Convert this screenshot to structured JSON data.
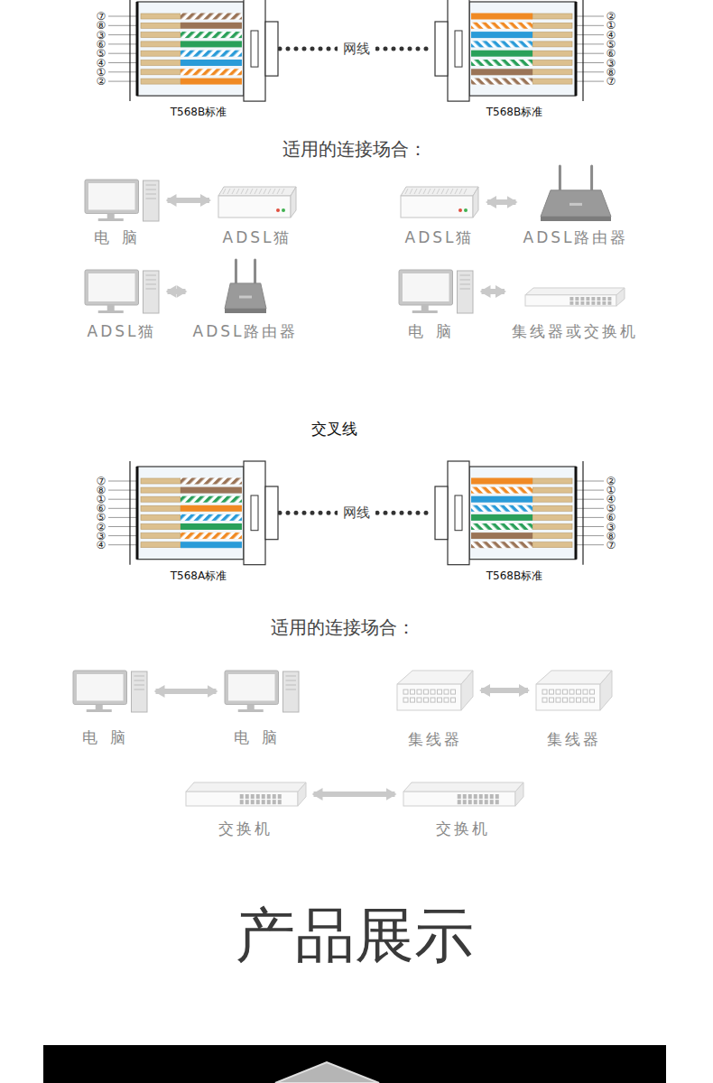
{
  "diagram": {
    "nodes": [
      {
        "text": [
          "T568B标准"
        ]
      },
      {
        "text": [
          "T568B标准"
        ]
      },
      {
        "text": [
          "电脑"
        ]
      },
      {
        "text": [
          "ADSL猫"
        ]
      },
      {
        "text": [
          "ADSL猫"
        ]
      },
      {
        "text": [
          "ADSL路由器"
        ]
      },
      {
        "text": [
          "ADSL猫"
        ]
      },
      {
        "text": [
          "ADSL路由器"
        ]
      },
      {
        "text": [
          "电脑"
        ]
      },
      {
        "text": [
          "集线器或交换机"
        ]
      },
      {
        "text": [
          "T568A标准"
        ]
      },
      {
        "text": [
          "T568B标准"
        ]
      },
      {
        "text": [
          "电脑"
        ]
      },
      {
        "text": [
          "电脑"
        ]
      },
      {
        "text": [
          "集线器"
        ]
      },
      {
        "text": [
          "集线器"
        ]
      },
      {
        "text": [
          "交换机"
        ]
      },
      {
        "text": [
          "交换机"
        ]
      }
    ],
    "edges": [
      {
        "from": 0,
        "to": 1,
        "label": "网线",
        "arrow": "none"
      },
      {
        "from": 2,
        "to": 3,
        "arrow": "both"
      },
      {
        "from": 4,
        "to": 5,
        "arrow": "both"
      },
      {
        "from": 6,
        "to": 7,
        "arrow": "both"
      },
      {
        "from": 8,
        "to": 9,
        "arrow": "both"
      },
      {
        "from": 10,
        "to": 11,
        "label": "网线",
        "arrow": "none"
      },
      {
        "from": 12,
        "to": 13,
        "arrow": "both"
      },
      {
        "from": 14,
        "to": 15,
        "arrow": "both"
      },
      {
        "from": 16,
        "to": 17,
        "arrow": "both"
      }
    ],
    "labels": [
      "⑦",
      "⑧",
      "③",
      "⑥",
      "⑤",
      "④",
      "①",
      "②",
      "②",
      "①",
      "④",
      "⑤",
      "⑥",
      "③",
      "⑧",
      "⑦",
      "适用的连接场合：",
      "交叉线",
      "⑦",
      "⑧",
      "①",
      "⑥",
      "⑤",
      "②",
      "③",
      "④",
      "②",
      "①",
      "④",
      "⑤",
      "⑥",
      "③",
      "⑧",
      "⑦",
      "适用的连接场合：",
      "产品展示"
    ]
  }
}
